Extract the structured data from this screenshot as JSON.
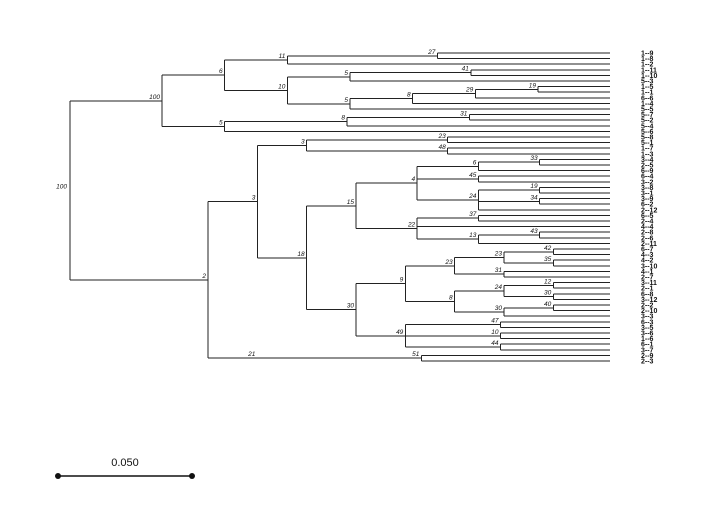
{
  "tree": {
    "root": {
      "support": "100",
      "children": [
        {
          "support": "6",
          "children": [
            {
              "support": "11",
              "children": [
                {
                  "support": "27",
                  "children": [
                    {
                      "label": "1--9"
                    },
                    {
                      "label": "1--8"
                    }
                  ]
                },
                {
                  "label": "1--2"
                }
              ]
            },
            {
              "support": "10",
              "children": [
                {
                  "support": "5",
                  "children": [
                    {
                      "support": "41",
                      "children": [
                        {
                          "label": "1--11"
                        },
                        {
                          "label": "1--10"
                        }
                      ]
                    },
                    {
                      "label": "5--3"
                    }
                  ]
                },
                {
                  "support": "5",
                  "children": [
                    {
                      "support": "8",
                      "children": [
                        {
                          "support": "29",
                          "children": [
                            {
                              "support": "19",
                              "children": [
                                {
                                  "label": "1--5"
                                },
                                {
                                  "label": "1--1"
                                }
                              ]
                            },
                            {
                              "label": "6--6"
                            }
                          ]
                        },
                        {
                          "label": "1--4"
                        }
                      ]
                    },
                    {
                      "label": "5--5"
                    }
                  ]
                }
              ]
            }
          ]
        },
        {
          "support": "5",
          "children": [
            {
              "support": "8",
              "children": [
                {
                  "support": "31",
                  "children": [
                    {
                      "label": "5--7"
                    },
                    {
                      "label": "5--2"
                    }
                  ]
                },
                {
                  "label": "5--4"
                }
              ]
            },
            {
              "label": "5--6"
            }
          ]
        }
      ]
    },
    "lower": {
      "support": "2",
      "children": [
        {
          "support": "3",
          "children": [
            {
              "support": "3",
              "children": [
                {
                  "support": "23",
                  "children": [
                    {
                      "label": "5--8"
                    },
                    {
                      "label": "5--1"
                    }
                  ]
                },
                {
                  "support": "48",
                  "children": [
                    {
                      "label": "1--7"
                    },
                    {
                      "label": "1--3"
                    }
                  ]
                }
              ]
            },
            {
              "support": "18",
              "children": [
                {
                  "support": "15",
                  "children": [
                    {
                      "support": "4",
                      "children": [
                        {
                          "support": "6",
                          "children": [
                            {
                              "support": "33",
                              "children": [
                                {
                                  "label": "3--4"
                                },
                                {
                                  "label": "2--5"
                                }
                              ]
                            },
                            {
                              "label": "6--9"
                            }
                          ]
                        },
                        {
                          "support": "45",
                          "children": [
                            {
                              "label": "6--4"
                            },
                            {
                              "label": "3--2"
                            }
                          ]
                        },
                        {
                          "support": "24",
                          "children": [
                            {
                              "support": "19",
                              "children": [
                                {
                                  "label": "3--8"
                                },
                                {
                                  "label": "3--1"
                                }
                              ]
                            },
                            {
                              "support": "34",
                              "children": [
                                {
                                  "label": "3--9"
                                },
                                {
                                  "label": "6--2"
                                }
                              ]
                            },
                            {
                              "label": "2--12"
                            }
                          ]
                        }
                      ]
                    },
                    {
                      "support": "22",
                      "children": [
                        {
                          "support": "37",
                          "children": [
                            {
                              "label": "6--5"
                            },
                            {
                              "label": "2--4"
                            }
                          ]
                        },
                        {
                          "label": "4--4"
                        },
                        {
                          "support": "13",
                          "children": [
                            {
                              "support": "43",
                              "children": [
                                {
                                  "label": "2--8"
                                },
                                {
                                  "label": "2--6"
                                }
                              ]
                            },
                            {
                              "label": "2--11"
                            }
                          ]
                        }
                      ]
                    }
                  ]
                },
                {
                  "support": "30",
                  "children": [
                    {
                      "support": "9",
                      "children": [
                        {
                          "support": "23",
                          "children": [
                            {
                              "support": "23",
                              "children": [
                                {
                                  "support": "42",
                                  "children": [
                                    {
                                      "label": "6--7"
                                    },
                                    {
                                      "label": "4--3"
                                    }
                                  ]
                                },
                                {
                                  "support": "35",
                                  "children": [
                                    {
                                      "label": "4--2"
                                    },
                                    {
                                      "label": "3--10"
                                    }
                                  ]
                                }
                              ]
                            },
                            {
                              "support": "31",
                              "children": [
                                {
                                  "label": "4--1"
                                },
                                {
                                  "label": "2--7"
                                }
                              ]
                            }
                          ]
                        },
                        {
                          "support": "8",
                          "children": [
                            {
                              "support": "24",
                              "children": [
                                {
                                  "support": "12",
                                  "children": [
                                    {
                                      "label": "3--11"
                                    },
                                    {
                                      "label": "2--1"
                                    }
                                  ]
                                },
                                {
                                  "support": "30",
                                  "children": [
                                    {
                                      "label": "6--8"
                                    },
                                    {
                                      "label": "3--12"
                                    }
                                  ]
                                }
                              ]
                            },
                            {
                              "support": "30",
                              "children": [
                                {
                                  "support": "40",
                                  "children": [
                                    {
                                      "label": "2--2"
                                    },
                                    {
                                      "label": "2--10"
                                    }
                                  ]
                                },
                                {
                                  "label": "3--3"
                                }
                              ]
                            }
                          ]
                        }
                      ]
                    },
                    {
                      "support": "49",
                      "children": [
                        {
                          "support": "47",
                          "children": [
                            {
                              "label": "6--3"
                            },
                            {
                              "label": "3--5"
                            }
                          ]
                        },
                        {
                          "support": "10",
                          "children": [
                            {
                              "label": "3--6"
                            },
                            {
                              "label": "1--6"
                            }
                          ]
                        },
                        {
                          "support": "44",
                          "children": [
                            {
                              "label": "6--1"
                            },
                            {
                              "label": "3--7"
                            }
                          ]
                        }
                      ]
                    }
                  ]
                }
              ]
            }
          ]
        },
        {
          "support": "21",
          "children": [
            {
              "support": "51",
              "children": [
                {
                  "label": "2--9"
                },
                {
                  "label": "2--3"
                }
              ]
            }
          ]
        }
      ]
    }
  },
  "scale_bar": {
    "label": "0.050"
  }
}
